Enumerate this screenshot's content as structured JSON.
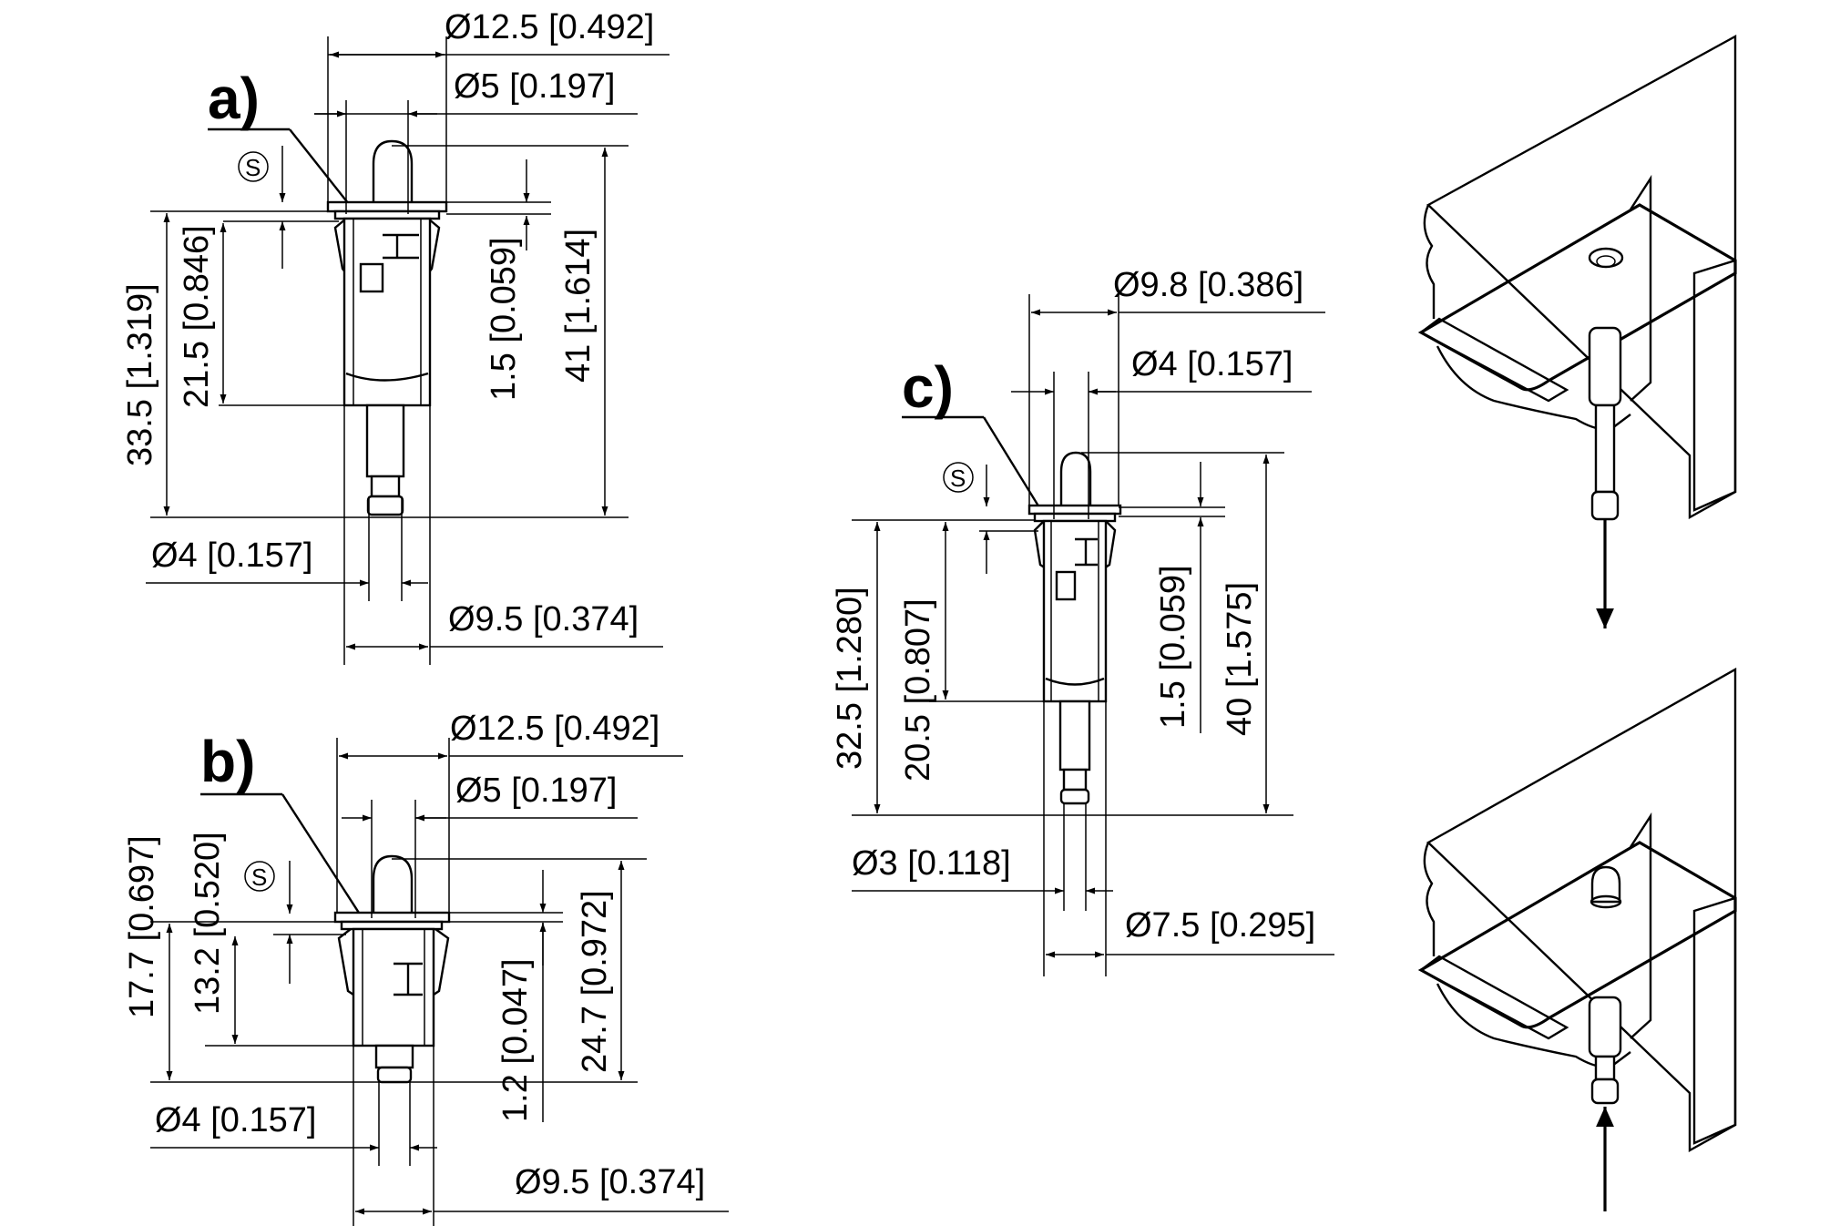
{
  "view_a": {
    "label": "a)",
    "dims": {
      "d_bezel": "Ø12.5 [0.492]",
      "d_lens": "Ø5 [0.197]",
      "h_overall": "33.5 [1.319]",
      "h_body": "21.5 [0.846]",
      "s_gap": "1.5 [0.059]",
      "h_total": "41 [1.614]",
      "d_pin": "Ø4 [0.157]",
      "d_body": "Ø9.5 [0.374]"
    }
  },
  "view_b": {
    "label": "b)",
    "dims": {
      "d_bezel": "Ø12.5 [0.492]",
      "d_lens": "Ø5 [0.197]",
      "h_overall": "17.7 [0.697]",
      "h_body": "13.2 [0.520]",
      "s_gap": "1.2 [0.047]",
      "h_total": "24.7 [0.972]",
      "d_pin": "Ø4 [0.157]",
      "d_body": "Ø9.5 [0.374]"
    }
  },
  "view_c": {
    "label": "c)",
    "dims": {
      "d_bezel": "Ø9.8 [0.386]",
      "d_lens": "Ø4 [0.157]",
      "h_overall": "32.5 [1.280]",
      "h_body": "20.5 [0.807]",
      "s_gap": "1.5 [0.059]",
      "h_total": "40 [1.575]",
      "d_pin": "Ø3 [0.118]",
      "d_body": "Ø7.5 [0.295]"
    }
  },
  "s_symbol": "S",
  "mounting_views": [
    {
      "state": "released",
      "arrow": "down-arrow"
    },
    {
      "state": "pressed",
      "arrow": "up-arrow"
    }
  ]
}
